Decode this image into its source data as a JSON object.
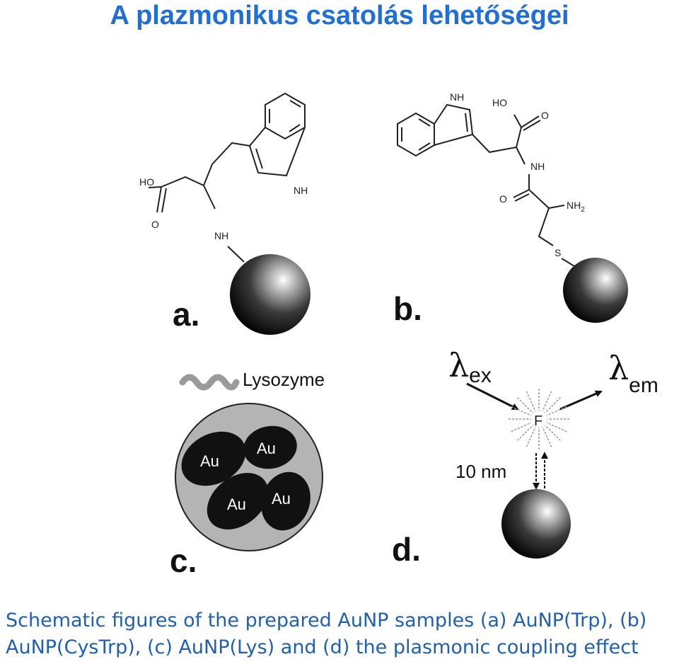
{
  "title": "A plazmonikus csatolás lehetőségei",
  "panels": {
    "a": {
      "letter": "a.",
      "labels": {
        "hydroxyl": "HO",
        "carbonyl_o": "O",
        "amine": "NH",
        "ring_nh": "NH"
      }
    },
    "b": {
      "letter": "b.",
      "labels": {
        "ring_nh": "NH",
        "hydroxyl": "HO",
        "carbonyl_o": "O",
        "amide_nh": "NH",
        "amide_o": "O",
        "amine": "NH",
        "amine_sub": "2",
        "sulfur": "S"
      }
    },
    "c": {
      "letter": "c.",
      "lysozyme": "Lysozyme",
      "particles": [
        "Au",
        "Au",
        "Au",
        "Au"
      ]
    },
    "d": {
      "letter": "d.",
      "lambda": "λ",
      "ex_sub": "ex",
      "em_sub": "em",
      "fluorophore": "F",
      "distance": "10 nm"
    }
  },
  "caption": {
    "line1": "Schematic figures of the prepared AuNP samples (a) AuNP(Trp), (b)",
    "line2": "AuNP(CysTrp), (c) AuNP(Lys) and (d) the plasmonic coupling effect"
  },
  "colors": {
    "title": "#1f6fd6",
    "caption": "#1f5fb4",
    "corona": "#b4b4b4",
    "gold_core": "#111111"
  }
}
